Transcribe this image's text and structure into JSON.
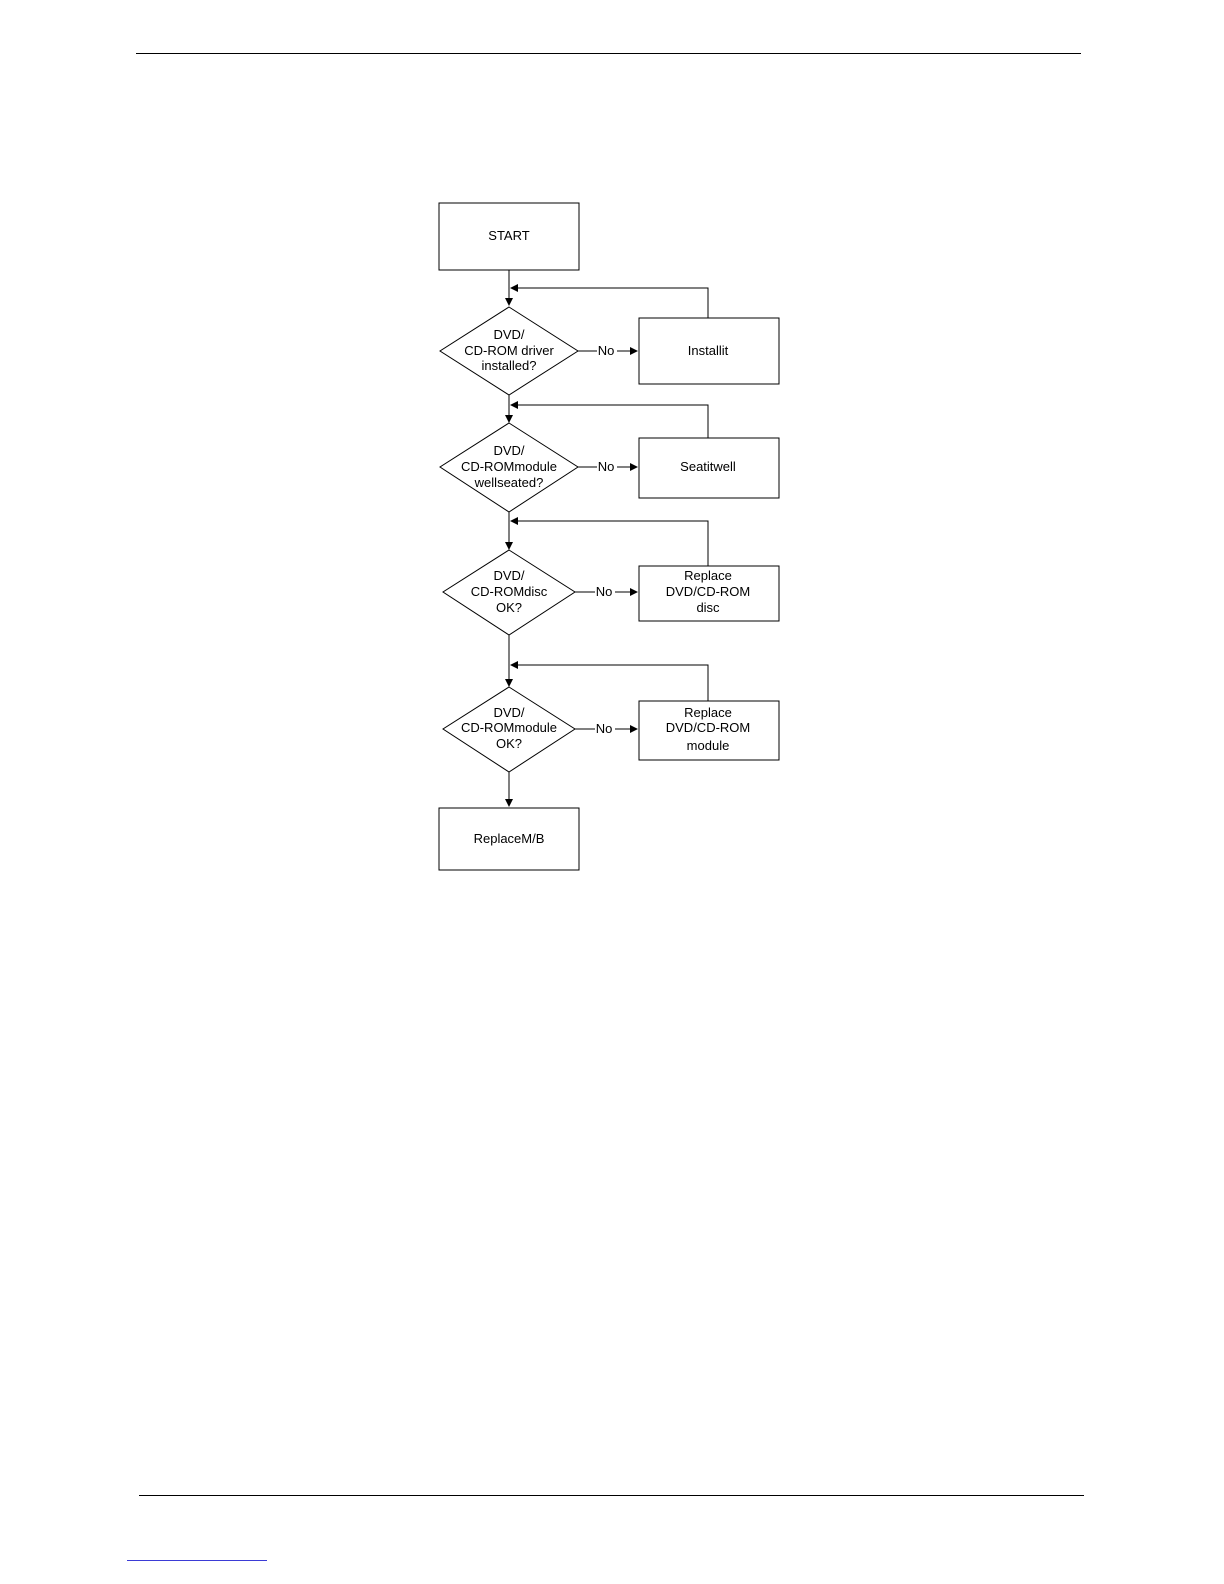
{
  "flowchart": {
    "start": "START",
    "steps": [
      {
        "question": [
          "DVD/",
          "CD-ROM driver",
          "installed?"
        ],
        "no_label": "No",
        "action": [
          "Installit"
        ]
      },
      {
        "question": [
          "DVD/",
          "CD-ROMmodule",
          "wellseated?"
        ],
        "no_label": "No",
        "action": [
          "Seatitwell"
        ]
      },
      {
        "question": [
          "DVD/",
          "CD-ROMdisc",
          "OK?"
        ],
        "no_label": "No",
        "action": [
          "Replace",
          "DVD/CD-ROM",
          "disc"
        ]
      },
      {
        "question": [
          "DVD/",
          "CD-ROMmodule",
          "OK?"
        ],
        "no_label": "No",
        "action": [
          "Replace",
          "DVD/CD-ROM",
          "module"
        ]
      }
    ],
    "end": "ReplaceM/B"
  }
}
